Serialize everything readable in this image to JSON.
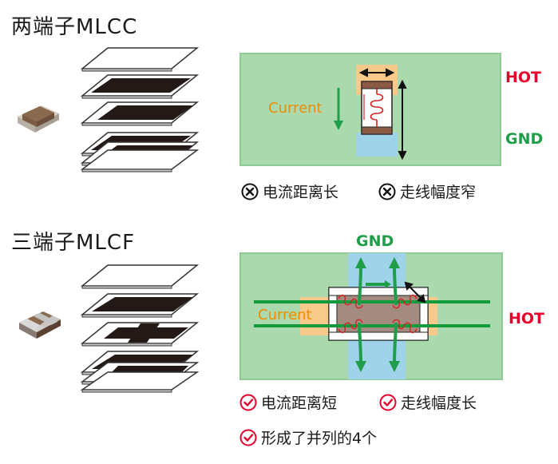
{
  "sections": [
    {
      "title": "两端子MLCC",
      "labels": {
        "current": "Current",
        "hot": "HOT",
        "gnd": "GND"
      },
      "notes": [
        {
          "text": "电流距离长",
          "mark": "cross-circle-icon"
        },
        {
          "text": "走线幅度窄",
          "mark": "cross-circle-icon"
        }
      ]
    },
    {
      "title": "三端子MLCF",
      "labels": {
        "current": "Current",
        "hot": "HOT",
        "gnd": "GND"
      },
      "notes": [
        {
          "text": "电流距离短",
          "mark": "check-circle-icon"
        },
        {
          "text": "走线幅度长",
          "mark": "check-circle-icon"
        },
        {
          "text": "形成了并列的4个",
          "mark": "check-circle-icon"
        }
      ]
    }
  ],
  "colors": {
    "board": "#a9d9ad",
    "board_border": "#8fca94",
    "pad_hot": "#f7c98a",
    "pad_gnd": "#9fd3ea",
    "hot": "#e4002b",
    "gnd": "#1f9d48",
    "current": "#f08c00",
    "track": "#129a3c",
    "inductor": "#d62020",
    "body": "#a38b80",
    "electrode": "#2b2220"
  }
}
